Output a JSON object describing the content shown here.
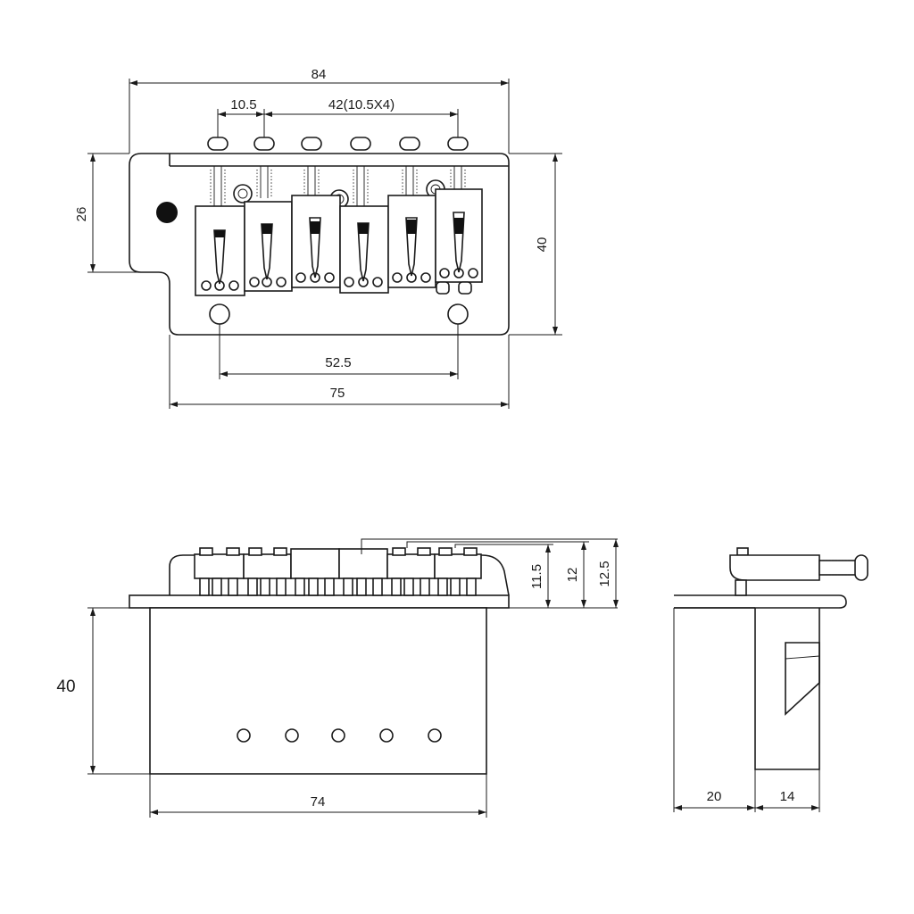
{
  "top_view": {
    "dim_overall_width": "84",
    "dim_string_first": "10.5",
    "dim_string_spacing": "42(10.5X4)",
    "dim_front_height": "26",
    "dim_total_height": "40",
    "dim_mount_holes": "52.5",
    "dim_plate_width": "75"
  },
  "front_view": {
    "dim_height_1": "11.5",
    "dim_height_2": "12",
    "dim_height_3": "12.5",
    "dim_block_height": "40",
    "dim_block_width": "74"
  },
  "side_view": {
    "dim_front_depth": "20",
    "dim_rear_depth": "14"
  }
}
